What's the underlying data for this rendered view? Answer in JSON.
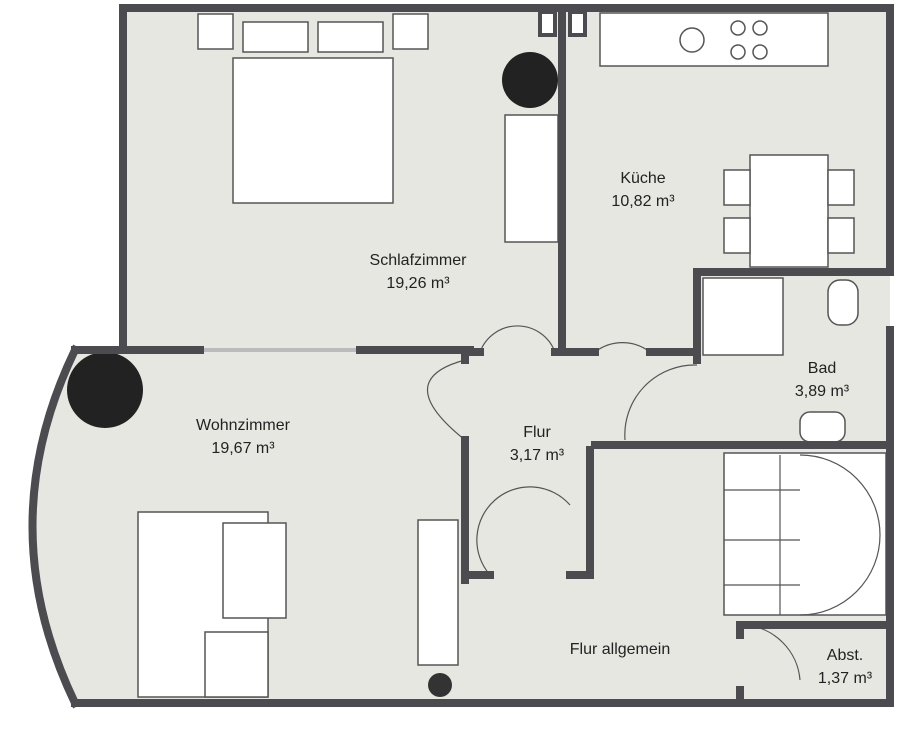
{
  "rooms": [
    {
      "name": "Schlafzimmer",
      "area": "19,26 m³"
    },
    {
      "name": "Küche",
      "area": "10,82 m³"
    },
    {
      "name": "Bad",
      "area": "3,89 m³"
    },
    {
      "name": "Wohnzimmer",
      "area": "19,67 m³"
    },
    {
      "name": "Flur",
      "area": "3,17 m³"
    },
    {
      "name": "Flur allgemein",
      "area": ""
    },
    {
      "name": "Abst.",
      "area": "1,37 m³"
    }
  ],
  "colors": {
    "wall": "#4b4b50",
    "floor": "#e7e7e1"
  }
}
